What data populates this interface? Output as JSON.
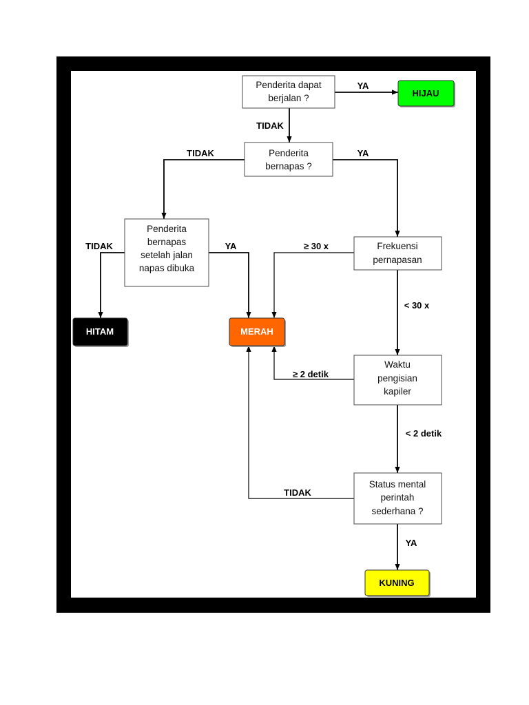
{
  "colors": {
    "hijau": "#00FF00",
    "hitam": "#000000",
    "merah": "#FF6600",
    "kuning": "#FFFF00"
  },
  "questions": {
    "dapat_berjalan": [
      "Penderita dapat",
      "berjalan ?"
    ],
    "bernapas": [
      "Penderita",
      "bernapas ?"
    ],
    "bernapas_setelah": [
      "Penderita",
      "bernapas",
      "setelah jalan",
      "napas dibuka"
    ],
    "frekuensi": [
      "Frekuensi",
      "pernapasan"
    ],
    "waktu_pengisian": [
      "Waktu",
      "pengisian",
      "kapiler"
    ],
    "status_mental": [
      "Status mental",
      "perintah",
      "sederhana ?"
    ]
  },
  "outcomes": {
    "hijau": "HIJAU",
    "hitam": "HITAM",
    "merah": "MERAH",
    "kuning": "KUNING"
  },
  "edge_labels": {
    "berjalan_ya": "YA",
    "berjalan_tidak": "TIDAK",
    "bernapas_tidak": "TIDAK",
    "bernapas_ya": "YA",
    "setelah_tidak": "TIDAK",
    "setelah_ya": "YA",
    "frekuensi_ge30": "≥ 30 x",
    "frekuensi_lt30": "< 30 x",
    "kapiler_ge2": "≥ 2 detik",
    "kapiler_lt2": "< 2 detik",
    "mental_tidak": "TIDAK",
    "mental_ya": "YA"
  }
}
